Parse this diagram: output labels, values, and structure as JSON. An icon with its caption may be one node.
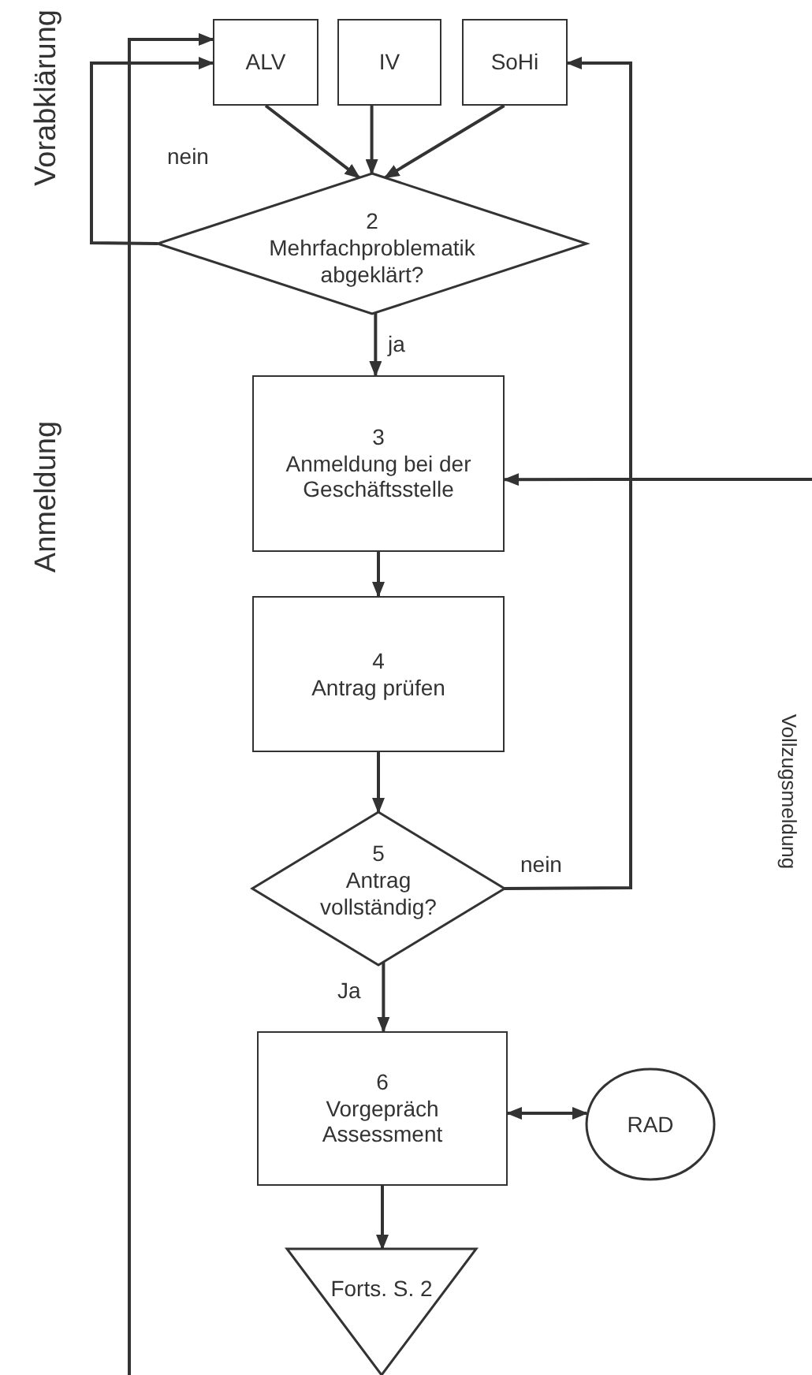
{
  "diagram": {
    "nodes": [
      {
        "text": [
          "ALV"
        ]
      },
      {
        "text": [
          "IV"
        ]
      },
      {
        "text": [
          "SoHi"
        ]
      },
      {
        "text": [
          "2",
          "Mehrfachproblematik abgeklärt?"
        ]
      },
      {
        "text": [
          "3",
          "Anmeldung bei der Geschäftsstelle"
        ]
      },
      {
        "text": [
          "4",
          "Antrag prüfen"
        ]
      },
      {
        "text": [
          "5",
          "Antrag vollständig?"
        ]
      },
      {
        "text": [
          "6",
          "Vorgepräch Assessment"
        ]
      },
      {
        "text": [
          "RAD"
        ]
      },
      {
        "text": [
          "Forts. S. 2"
        ]
      }
    ],
    "edges": [
      {
        "from": 0,
        "to": 3,
        "arrow": "to"
      },
      {
        "from": 1,
        "to": 3,
        "arrow": "to"
      },
      {
        "from": 2,
        "to": 3,
        "arrow": "to"
      },
      {
        "from": 3,
        "to": 0,
        "arrow": "to",
        "label": "nein"
      },
      {
        "from": 3,
        "to": 4,
        "arrow": "to",
        "label": "ja"
      },
      {
        "from": null,
        "to": 0,
        "arrow": "to"
      },
      {
        "from": null,
        "to": 4,
        "arrow": "to"
      },
      {
        "from": 4,
        "to": 5,
        "arrow": "to"
      },
      {
        "from": 5,
        "to": 6,
        "arrow": "to"
      },
      {
        "from": 6,
        "to": 2,
        "arrow": "to",
        "label": "nein"
      },
      {
        "from": 6,
        "to": 7,
        "arrow": "to",
        "label": "Ja"
      },
      {
        "from": 7,
        "to": 8,
        "arrow": "both"
      },
      {
        "from": 7,
        "to": 9,
        "arrow": "to"
      }
    ],
    "labels": [
      "Vorabklärung",
      "Anmeldung",
      "Vollzugsmeldung"
    ]
  }
}
